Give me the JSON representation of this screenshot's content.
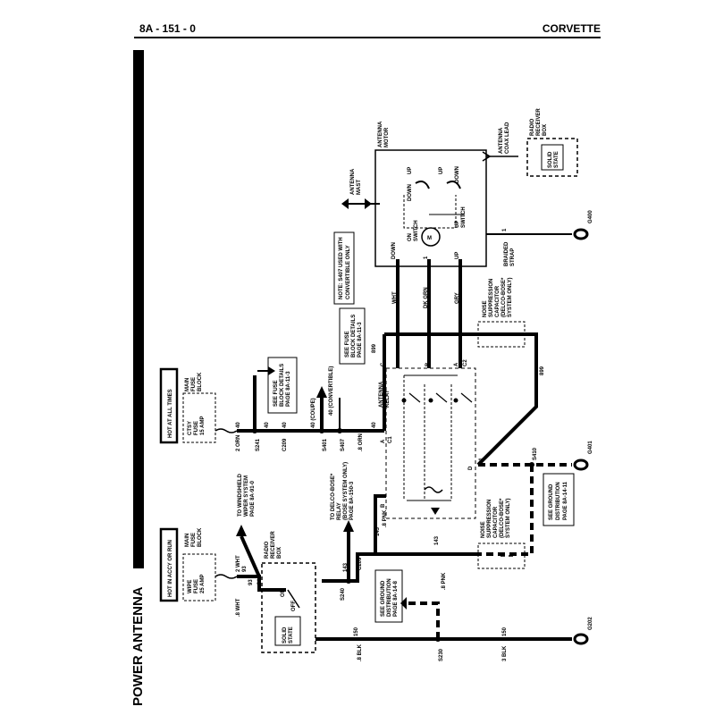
{
  "header": {
    "page_id": "8A - 151 - 0",
    "vehicle": "CORVETTE"
  },
  "section_title": "POWER ANTENNA",
  "boxes": {
    "hot_accy_run": "HOT IN ACCY OR RUN",
    "hot_all_times": "HOT AT ALL TIMES"
  },
  "fuses": {
    "wipe_fuse": [
      "WIPE",
      "FUSE",
      "25 AMP"
    ],
    "ctsy_fuse": [
      "CTSY",
      "FUSE",
      "15 AMP"
    ],
    "main_fuse_block": [
      "MAIN",
      "FUSE",
      "BLOCK"
    ]
  },
  "components": {
    "radio_receiver_box": [
      "RADIO",
      "RECEIVER",
      "BOX"
    ],
    "solid_state": [
      "SOLID",
      "STATE"
    ],
    "antenna_relay": [
      "ANTENNA",
      "RELAY"
    ],
    "antenna_motor": [
      "ANTENNA",
      "MOTOR"
    ],
    "antenna_mast": [
      "ANTENNA",
      "MAST"
    ],
    "antenna_coax": [
      "ANTENNA",
      "COAX LEAD"
    ],
    "noise_cap_upper": [
      "NOISE",
      "SUPPRESSION",
      "CAPACITOR",
      "(DELCO-BOSE*",
      "SYSTEM ONLY)"
    ],
    "noise_cap_lower": [
      "NOISE",
      "SUPPRESSION",
      "CAPACITOR",
      "(DELCO-BOSE*",
      "SYSTEM ONLY)"
    ],
    "motor_m": "M",
    "on_switch": [
      "ON",
      "SWITCH"
    ],
    "up_switch": [
      "UP",
      "SWITCH"
    ],
    "braided_strap": [
      "BRAIDED",
      "STRAP"
    ],
    "off": "OFF",
    "on": "ON"
  },
  "notes": {
    "fuse_details_1": [
      "SEE FUSE",
      "BLOCK DETAILS",
      "PAGE 8A-11-3"
    ],
    "fuse_details_2": [
      "SEE FUSE",
      "BLOCK DETAILS",
      "PAGE 8A-11-3"
    ],
    "note_s407": [
      "NOTE: S407 USED WITH",
      "CONVERTIBLE ONLY"
    ],
    "to_wiper": [
      "TO WINDSHIELD",
      "WIPER SYSTEM",
      "PAGE 8A-91-0"
    ],
    "to_delco": [
      "TO DELCO-BOSE*",
      "RELAY",
      "(BOSE SYSTEM ONLY)",
      "PAGE 8A-150-3"
    ],
    "ground_dist_1": [
      "SEE GROUND",
      "DISTRIBUTION",
      "PAGE 8A-14-8"
    ],
    "ground_dist_2": [
      "SEE GROUND",
      "DISTRIBUTION",
      "PAGE 8A-14-11"
    ]
  },
  "wire_labels": {
    "orn_2": "2 ORN",
    "orn_8": ".8 ORN",
    "circ_40": "40",
    "coupe": "40 (COUPE)",
    "convertible": "40 (CONVERTIBLE)",
    "wht_2": "2 WHT",
    "wht_8": ".8 WHT",
    "circ_93": "93",
    "pnk_8": ".8 PNK",
    "circ_143": "143",
    "blk_8": ".8 BLK",
    "blk_3": "3 BLK",
    "circ_150": "150",
    "circ_899": "899",
    "wht": "WHT",
    "dk_grn": "DK GRN",
    "gry": "GRY",
    "down": "DOWN",
    "up": "UP",
    "circ_1": "1"
  },
  "splices": [
    "S241",
    "S240",
    "S230",
    "S401",
    "S407",
    "S410",
    "C209",
    "C209",
    "C1",
    "C1",
    "C1",
    "C2"
  ],
  "grounds": [
    "G400",
    "G401",
    "G202"
  ],
  "pins": [
    "A",
    "B",
    "C",
    "D",
    "E"
  ]
}
